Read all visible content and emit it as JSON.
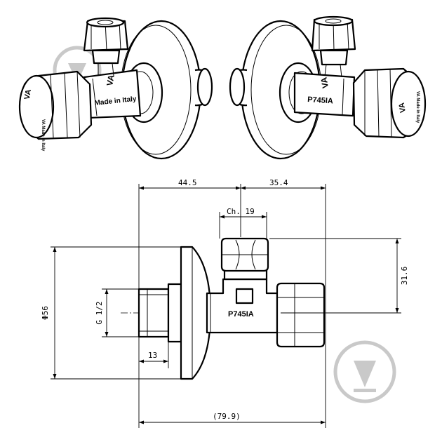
{
  "views": {
    "left_valve": {
      "brand_mark": "VA",
      "body_text": "Made in Italy",
      "knob_text": "VA Made in Italy"
    },
    "right_valve": {
      "brand_mark": "VA",
      "body_text": "P745IA",
      "knob_text": "VA Made in Italy"
    }
  },
  "technical_drawing": {
    "body_text": "P745IA",
    "dimensions": {
      "left_length": "44.5",
      "right_length": "35.4",
      "nut_width": "Ch. 19",
      "height": "31.6",
      "diameter": "Φ56",
      "thread": "G 1/2",
      "thread_length": "13",
      "total_length": "(79.9)"
    }
  },
  "watermark": {
    "icon": "pin-drop-icon",
    "color": "#c9c9c9"
  }
}
